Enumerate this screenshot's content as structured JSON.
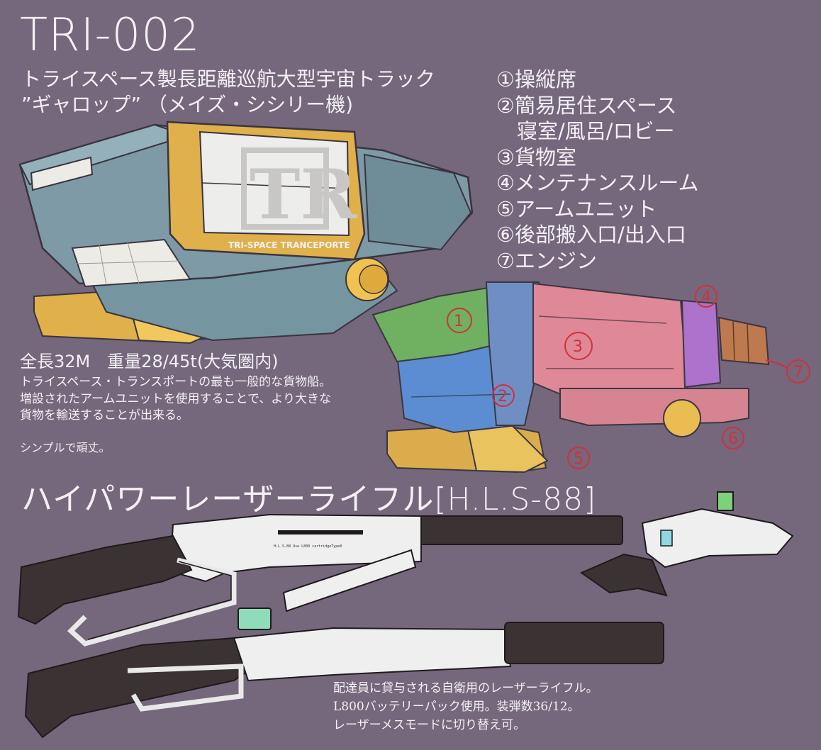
{
  "title": "TRI-002",
  "subtitle": {
    "line1": "トライスペース製長距離巡航大型宇宙トラック",
    "line2": "”ギャロップ” （メイズ・シシリー機)"
  },
  "parts": [
    "①操縦席",
    "②簡易居住スペース",
    "　寝室/風呂/ロビー",
    "③貨物室",
    "④メンテナンスルーム",
    "⑤アームユニット",
    "⑥後部搬入口/出入口",
    "⑦エンジン"
  ],
  "specs": "全長32M　重量28/45t(大気圏内)",
  "description": {
    "line1": "トライスペース・トランスポートの最も一般的な貨物船。",
    "line2": "増設されたアームユニットを使用することで、より大きな",
    "line3": "貨物を輸送することが出来る。",
    "line4": "シンプルで頑丈。"
  },
  "truck_logo_text": "TRI-SPACE TRANCEPORTE",
  "cutaway_labels": [
    "1",
    "2",
    "3",
    "4",
    "5",
    "6",
    "7"
  ],
  "weapon_title": "ハイパワーレーザーライフル[H.L.S-88]",
  "weapon_engraving": "H.L.S-88 Use L800 cartridgeType0",
  "weapon_description": {
    "line1": "配達員に貸与される自衛用のレーザーライフル。",
    "line2": "L800バッテリーパック使用。装弾数36/12。",
    "line3": "レーザーメスモードに切り替え可。"
  },
  "colors": {
    "background": "#75677c",
    "hull": "#7d9aa6",
    "accent_gold": "#e0b04a",
    "cockpit_green": "#6fb55f",
    "living_blue": "#5b8fd6",
    "cargo_pink": "#e58a9a",
    "maintenance_purple": "#b173d0",
    "annotation_red": "#d3303a"
  }
}
